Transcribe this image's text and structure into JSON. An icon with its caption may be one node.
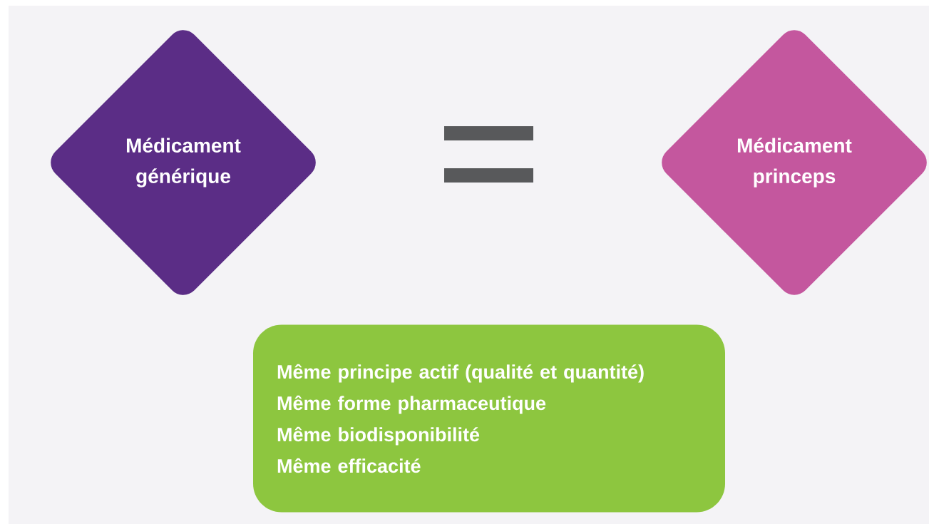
{
  "diagram": {
    "nodes": [
      {
        "text": [
          "Médicament générique"
        ]
      },
      {
        "text": [
          "Médicament princeps"
        ]
      },
      {
        "text": [
          "Même principe actif (qualité et quantité)",
          "Même forme pharmaceutique",
          "Même biodisponibilité",
          "Même efficacité"
        ]
      }
    ]
  }
}
